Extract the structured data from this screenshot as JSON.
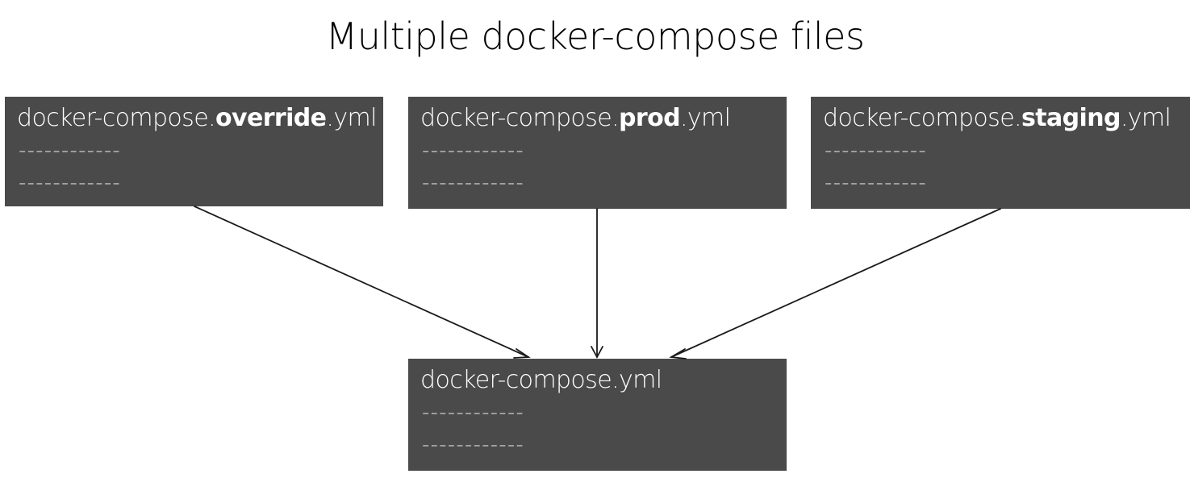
{
  "title": "Multiple docker-compose files",
  "boxes": {
    "override": {
      "prefix": "docker-compose.",
      "bold": "override",
      "suffix": ".yml",
      "line1": "------------",
      "line2": "------------"
    },
    "prod": {
      "prefix": "docker-compose.",
      "bold": "prod",
      "suffix": ".yml",
      "line1": "------------",
      "line2": "------------"
    },
    "staging": {
      "prefix": "docker-compose.",
      "bold": "staging",
      "suffix": ".yml",
      "line1": "------------",
      "line2": "------------"
    },
    "base": {
      "name": "docker-compose.yml",
      "line1": "------------",
      "line2": "------------"
    }
  },
  "colors": {
    "box_fill": "#4a4a4a",
    "box_text": "#ffffff",
    "arrow": "#1a1a1a"
  }
}
